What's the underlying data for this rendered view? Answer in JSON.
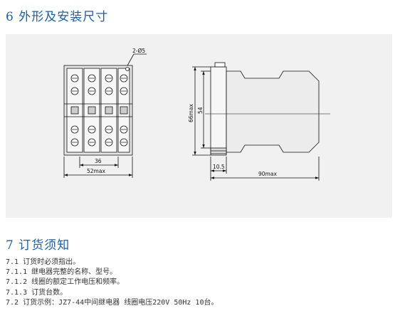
{
  "sections": {
    "outline": {
      "title": "6 外形及安装尺寸"
    },
    "ordering": {
      "title": "7 订货须知",
      "notes": [
        "7.1 订货时必须指出。",
        "7.1.1 继电器完整的名称、型号。",
        "7.1.2 线圈的额定工作电压和频率。",
        "7.1.3 订货台数。",
        "7.2 订货示例：JZ7-44中间继电器 线圈电压220V 50Hz  10台。"
      ]
    }
  },
  "drawing": {
    "front_view": {
      "hole_label": "2-Ø5",
      "dim_inner": "36",
      "dim_outer": "52max"
    },
    "side_view": {
      "dim_height_outer": "66max",
      "dim_height_inner": "54",
      "dim_rail": "10.5",
      "dim_depth": "90max"
    }
  },
  "colors": {
    "heading": "#1f5fa0",
    "figure_bg": "#f1f1f1"
  }
}
